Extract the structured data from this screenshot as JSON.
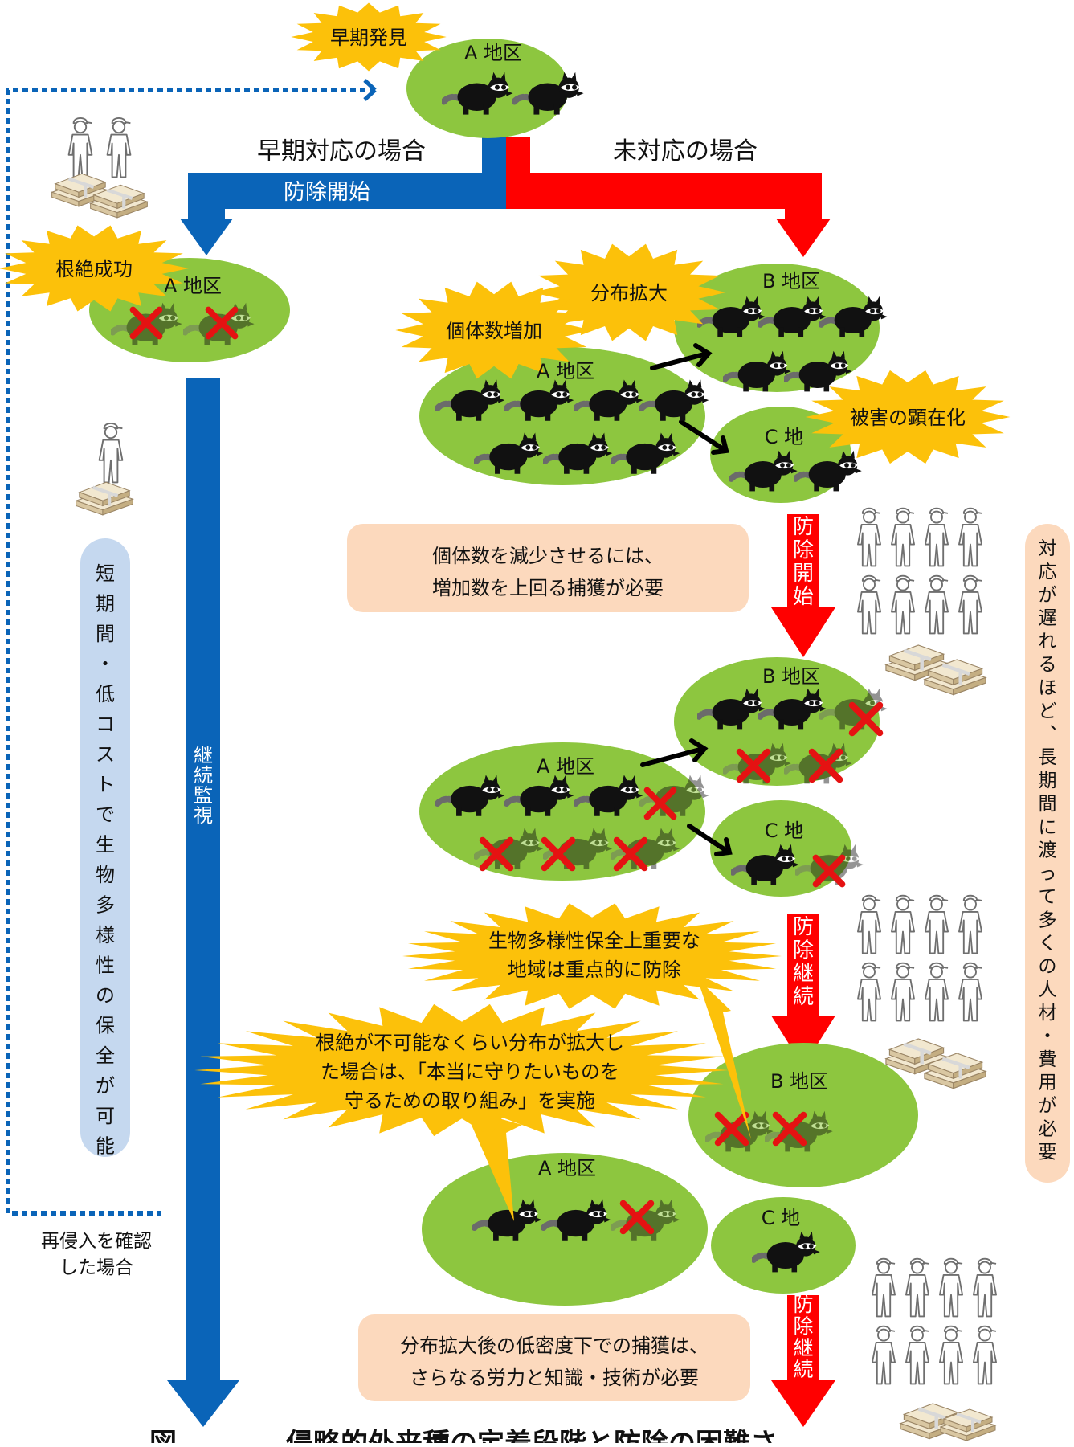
{
  "colors": {
    "blue": "#0a64b8",
    "red": "#ff0000",
    "green": "#8dc63f",
    "burst": "#fcc10a",
    "peach": "#fcd9bd",
    "lightblue": "#c5d8ef",
    "monitor_text": "#ffffff"
  },
  "icons": [
    "raccoon-icon",
    "cross-mark-icon",
    "person-icon",
    "money-stack-icon",
    "arrow-icon"
  ],
  "labels": {
    "early_discovery": "早期発見",
    "early_response_case": "早期対応の場合",
    "no_response_case": "未対応の場合",
    "control_start": "防除開始",
    "eradication_success": "根絶成功",
    "distribution_expansion": "分布拡大",
    "population_increase": "個体数増加",
    "damage_manifest": "被害の顕在化",
    "continuous_monitoring": "継続監視",
    "control_continue": "防除継続",
    "reinvasion_line1": "再侵入を確認",
    "reinvasion_line2": "した場合"
  },
  "areas": {
    "a": "A 地区",
    "b": "B 地区",
    "c": "C 地"
  },
  "notes": {
    "reduce_line1": "個体数を減少させるには、",
    "reduce_line2": "増加数を上回る捕獲が必要",
    "biodiv_line1": "生物多様性保全上重要な",
    "biodiv_line2": "地域は重点的に防除",
    "protect_line1": "根絶が不可能なくらい分布が拡大し",
    "protect_line2": "た場合は、「本当に守りたいものを",
    "protect_line3": "守るための取り組み」を実施",
    "lowdens_line1": "分布拡大後の低密度下での捕獲は、",
    "lowdens_line2": "さらなる労力と知識・技術が必要"
  },
  "side_notes": {
    "left_vertical": "短期間・低コストで生物多様性の保全が可能",
    "right_vertical": "対応が遅れるほど、長期間に渡って多くの人材・費用が必要"
  },
  "caption": "図　　　　侵略的外来種の定着段階と防除の困難さ"
}
